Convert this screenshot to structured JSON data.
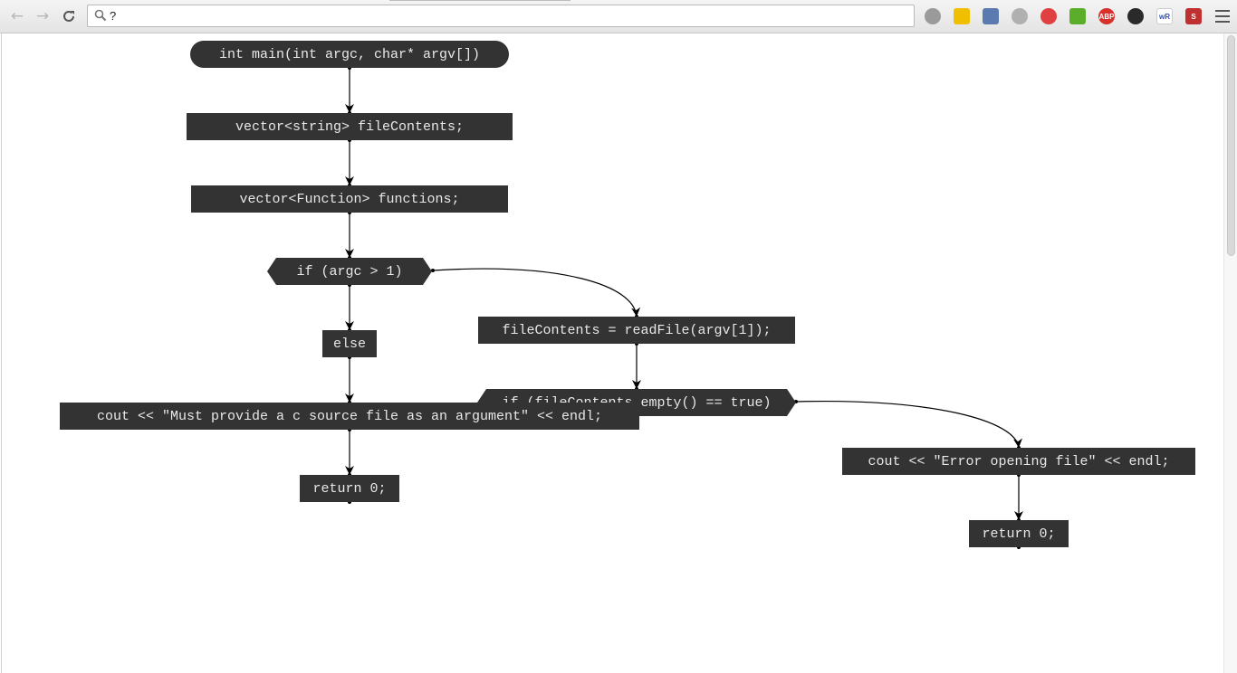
{
  "browser": {
    "address_bar": {
      "value": "?"
    },
    "extensions": [
      {
        "name": "magnifier-extension-icon",
        "color": "#9a9a9a",
        "text": ""
      },
      {
        "name": "mobile-send-extension-icon",
        "color": "#f0c000",
        "text": ""
      },
      {
        "name": "window-extension-icon",
        "color": "#5b7bb0",
        "text": ""
      },
      {
        "name": "gear-extension-icon",
        "color": "#b0b0b0",
        "text": ""
      },
      {
        "name": "color-wheel-extension-icon",
        "color": "#e04040",
        "text": ""
      },
      {
        "name": "printer-extension-icon",
        "color": "#5aae2a",
        "text": ""
      },
      {
        "name": "adblock-plus-extension-icon",
        "color": "#d8302b",
        "text": "ABP"
      },
      {
        "name": "camera-lens-extension-icon",
        "color": "#2a2a2a",
        "text": ""
      },
      {
        "name": "word-reference-extension-icon",
        "color": "#ffffff",
        "text": "wR"
      },
      {
        "name": "s-logo-extension-icon",
        "color": "#c03030",
        "text": "S"
      }
    ]
  },
  "flowchart": {
    "nodes": [
      {
        "id": "n1",
        "text": "int main(int argc, char* argv[])"
      },
      {
        "id": "n2",
        "text": "vector<string> fileContents;"
      },
      {
        "id": "n3",
        "text": "vector<Function> functions;"
      },
      {
        "id": "n4",
        "text": "if (argc > 1)"
      },
      {
        "id": "n5",
        "text": "else"
      },
      {
        "id": "n6",
        "text": "fileContents = readFile(argv[1]);"
      },
      {
        "id": "n7",
        "text": "if (fileContents.empty() == true)"
      },
      {
        "id": "n8",
        "text": "cout << \"Must provide a c source file as an argument\" << endl;"
      },
      {
        "id": "n9",
        "text": "return 0;"
      },
      {
        "id": "n10",
        "text": "cout << \"Error opening file\" << endl;"
      },
      {
        "id": "n11",
        "text": "return 0;"
      }
    ]
  },
  "colors": {
    "node_fill": "#333333",
    "node_text": "#e8e8e8",
    "edge": "#000000"
  }
}
